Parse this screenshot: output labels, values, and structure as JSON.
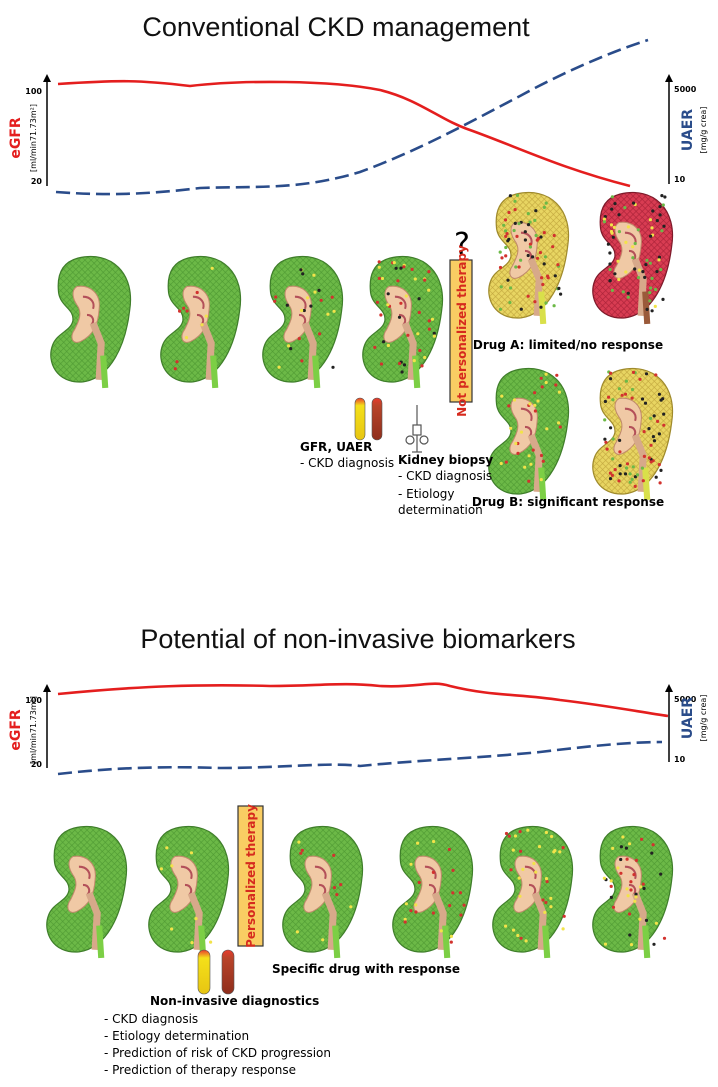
{
  "colors": {
    "egfr": "#e41e1e",
    "uaer": "#2a4c8a",
    "kidney_green": "#6cb947",
    "kidney_red": "#d8374c",
    "kidney_yellow": "#e9d35a",
    "therapy_box": "#f9cd63",
    "therapy_text": "#d62a1e"
  },
  "top": {
    "title": "Conventional CKD management",
    "axis": {
      "left_label": "eGFR",
      "left_unit": "[ml/min71.73m²]",
      "left_ticks": [
        "100",
        "20"
      ],
      "right_label": "UAER",
      "right_unit": "[mg/g crea]",
      "right_ticks": [
        "5000",
        "10"
      ]
    },
    "question_mark": "?",
    "therapy_label": "Not personalized therapy",
    "gfr_label": "GFR, UAER",
    "gfr_item": "- CKD diagnosis",
    "biopsy_label": "Kidney biopsy",
    "biopsy_items": [
      "- CKD diagnosis",
      "- Etiology",
      "determination"
    ],
    "drug_a": "Drug A: limited/no response",
    "drug_b": "Drug B: significant response"
  },
  "bottom": {
    "title": "Potential of non-invasive biomarkers",
    "axis": {
      "left_label": "eGFR",
      "left_unit": "[ml/min71.73m²]",
      "left_ticks": [
        "100",
        "20"
      ],
      "right_label": "UAER",
      "right_unit": "[mg/g crea]",
      "right_ticks": [
        "5000",
        "10"
      ]
    },
    "therapy_label": "Personalized therapy",
    "specific_drug": "Specific drug  with response",
    "diag_title": "Non-invasive diagnostics",
    "diag_items": [
      "- CKD diagnosis",
      "- Etiology determination",
      "- Prediction of risk of CKD progression",
      "- Prediction of therapy response"
    ]
  }
}
